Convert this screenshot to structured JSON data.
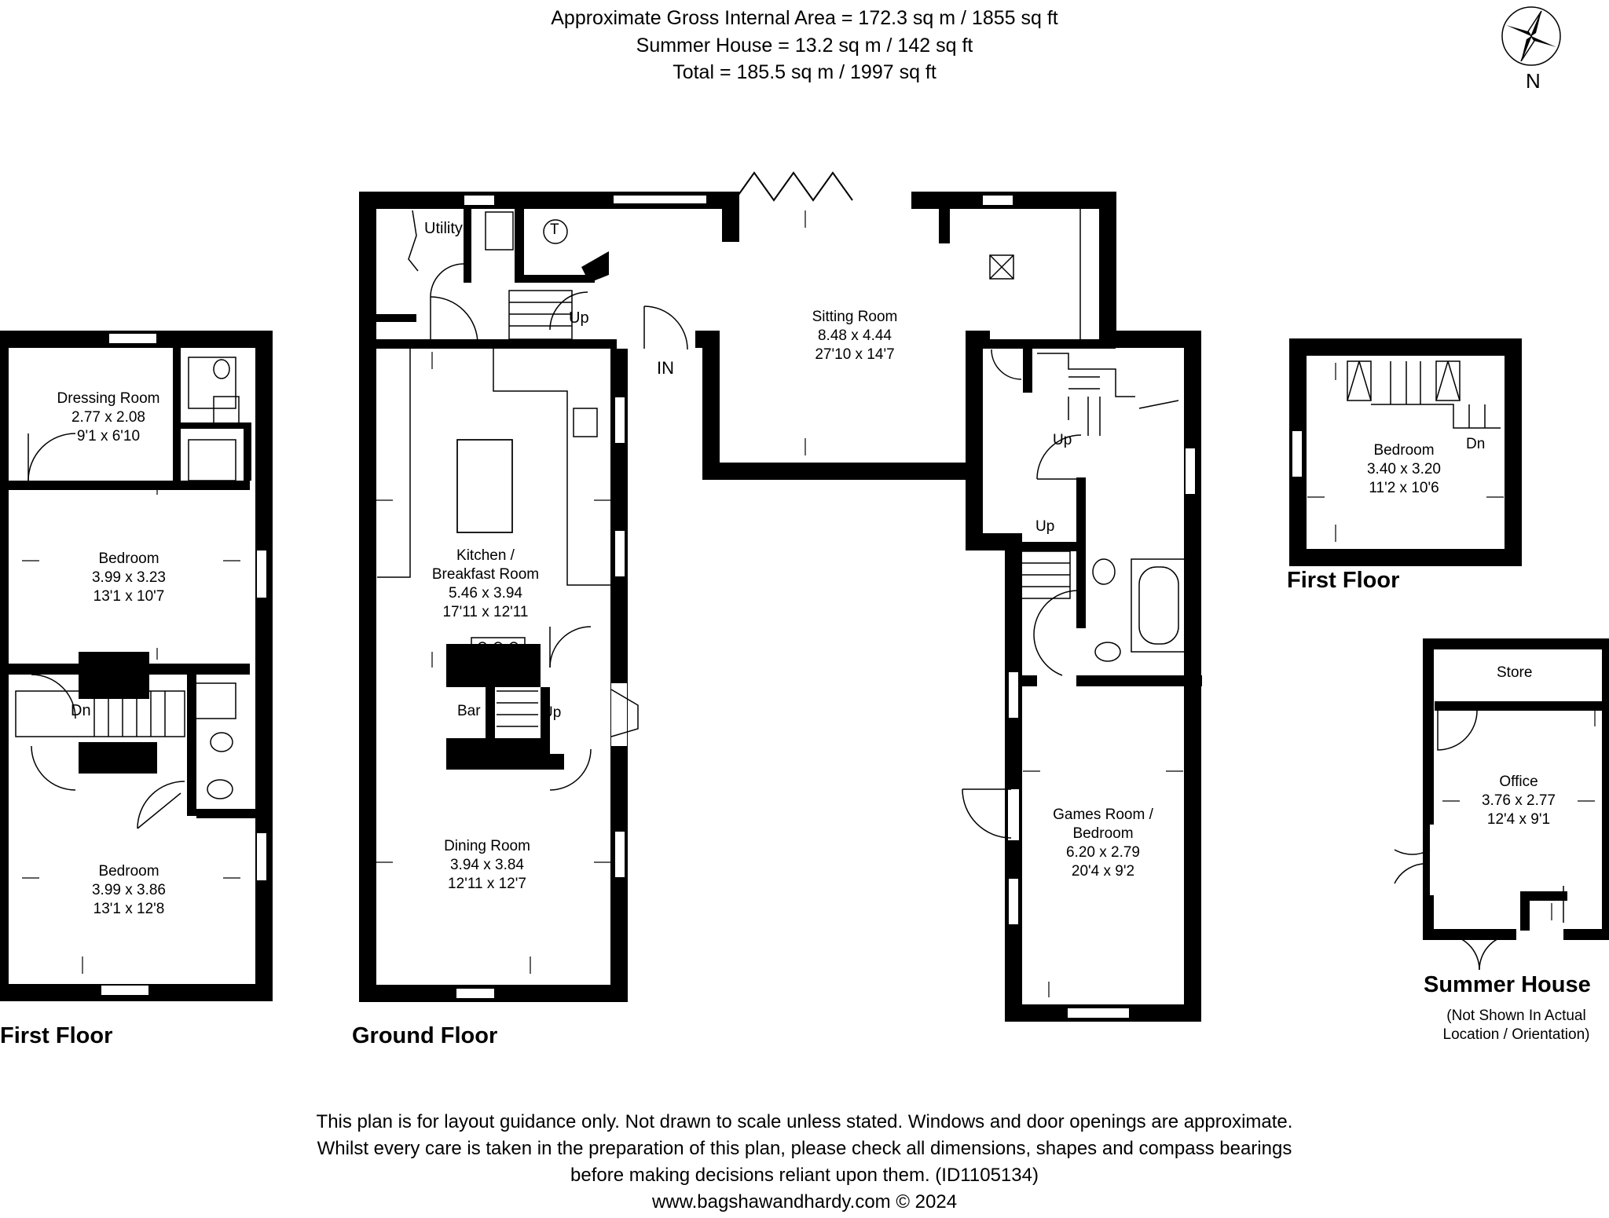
{
  "header": {
    "gross_area": "Approximate Gross Internal Area = 172.3 sq m / 1855 sq ft",
    "summer_house_area": "Summer House = 13.2 sq m / 142 sq ft",
    "total_area": "Total = 185.5 sq m / 1997 sq ft"
  },
  "compass": {
    "label": "N"
  },
  "floors": {
    "first_floor_left": "First Floor",
    "ground_floor": "Ground Floor",
    "first_floor_right": "First Floor",
    "summer_house": "Summer House",
    "summer_house_note_1": "(Not Shown In Actual",
    "summer_house_note_2": "Location / Orientation)"
  },
  "rooms": {
    "dressing_room": {
      "name": "Dressing Room",
      "metric": "2.77 x 2.08",
      "imperial": "9'1 x 6'10"
    },
    "bedroom_1": {
      "name": "Bedroom",
      "metric": "3.99 x 3.23",
      "imperial": "13'1 x 10'7"
    },
    "bedroom_2": {
      "name": "Bedroom",
      "metric": "3.99 x 3.86",
      "imperial": "13'1 x 12'8"
    },
    "kitchen": {
      "name_1": "Kitchen /",
      "name_2": "Breakfast Room",
      "metric": "5.46 x 3.94",
      "imperial": "17'11 x 12'11"
    },
    "dining": {
      "name": "Dining Room",
      "metric": "3.94 x 3.84",
      "imperial": "12'11 x 12'7"
    },
    "sitting": {
      "name": "Sitting Room",
      "metric": "8.48 x 4.44",
      "imperial": "27'10 x 14'7"
    },
    "games": {
      "name_1": "Games Room /",
      "name_2": "Bedroom",
      "metric": "6.20 x 2.79",
      "imperial": "20'4 x 9'2"
    },
    "bedroom_3": {
      "name": "Bedroom",
      "metric": "3.40 x 3.20",
      "imperial": "11'2 x 10'6"
    },
    "office": {
      "name": "Office",
      "metric": "3.76 x 2.77",
      "imperial": "12'4 x 9'1"
    }
  },
  "labels": {
    "utility": "Utility",
    "tank": "T",
    "up": "Up",
    "dn": "Dn",
    "in": "IN",
    "bar": "Bar",
    "store": "Store"
  },
  "footer": {
    "line1": "This plan is for layout guidance only. Not drawn to scale unless stated. Windows and door openings are approximate.",
    "line2": "Whilst every care is taken in the preparation of this plan, please check all dimensions, shapes and compass bearings",
    "line3": "before making decisions reliant upon them. (ID1105134)",
    "line4": "www.bagshawandhardy.com © 2024"
  }
}
